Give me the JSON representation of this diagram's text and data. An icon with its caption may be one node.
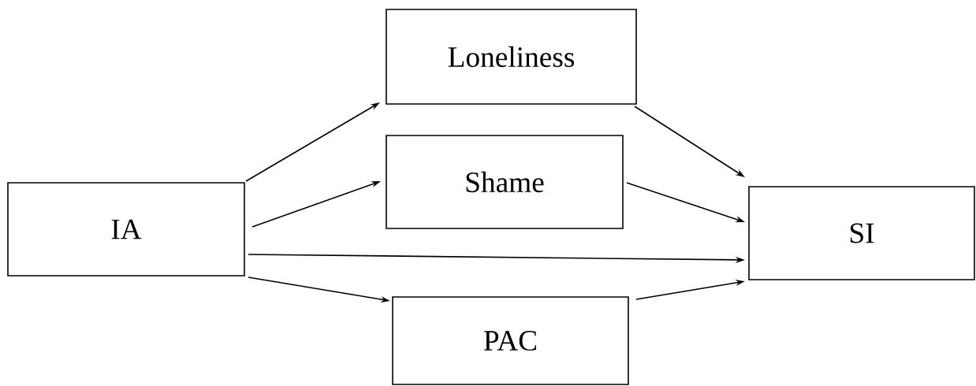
{
  "diagram": {
    "nodes": [
      {
        "text": [
          "IA"
        ]
      },
      {
        "text": [
          "Loneliness"
        ]
      },
      {
        "text": [
          "Shame"
        ]
      },
      {
        "text": [
          "PAC"
        ]
      },
      {
        "text": [
          "SI"
        ]
      }
    ],
    "edges": [
      {
        "from": 0,
        "to": 1,
        "arrow": "to"
      },
      {
        "from": 0,
        "to": 2,
        "arrow": "to"
      },
      {
        "from": 0,
        "to": 4,
        "arrow": "to"
      },
      {
        "from": 0,
        "to": 3,
        "arrow": "to"
      },
      {
        "from": 1,
        "to": 4,
        "arrow": "to"
      },
      {
        "from": 2,
        "to": 4,
        "arrow": "to"
      },
      {
        "from": 3,
        "to": 4,
        "arrow": "to"
      }
    ]
  }
}
